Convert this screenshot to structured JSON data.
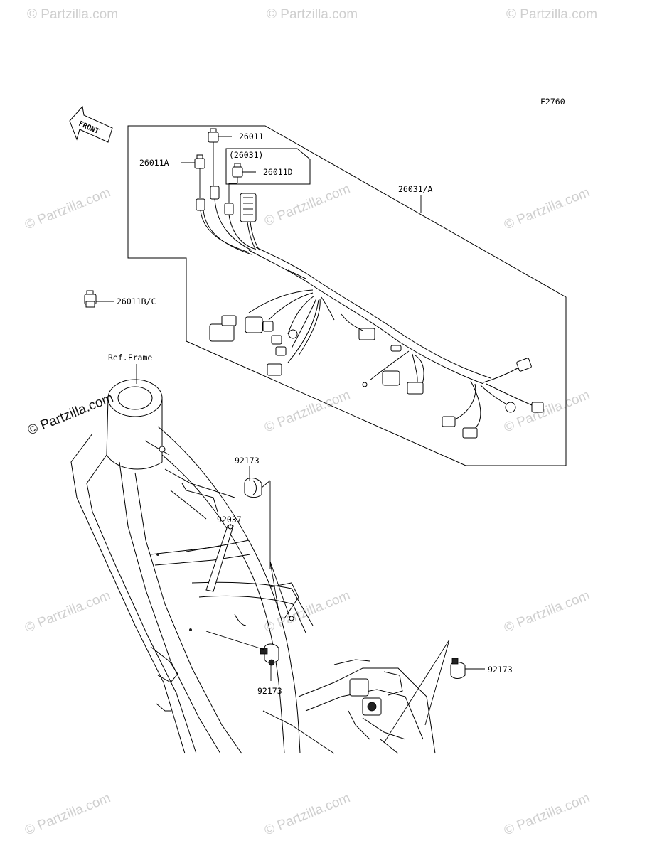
{
  "figure_code": "F2760",
  "front_label": "FRONT",
  "watermark": "© Partzilla.com",
  "callouts": {
    "p26011": "26011",
    "p26011A": "26011A",
    "p26031_paren": "(26031)",
    "p26011D": "26011D",
    "p26031A": "26031/A",
    "p26011BC": "26011B/C",
    "ref_frame": "Ref.Frame",
    "p92173_top": "92173",
    "p92037": "92037",
    "p92173_bottom": "92173",
    "p92173_right": "92173"
  }
}
